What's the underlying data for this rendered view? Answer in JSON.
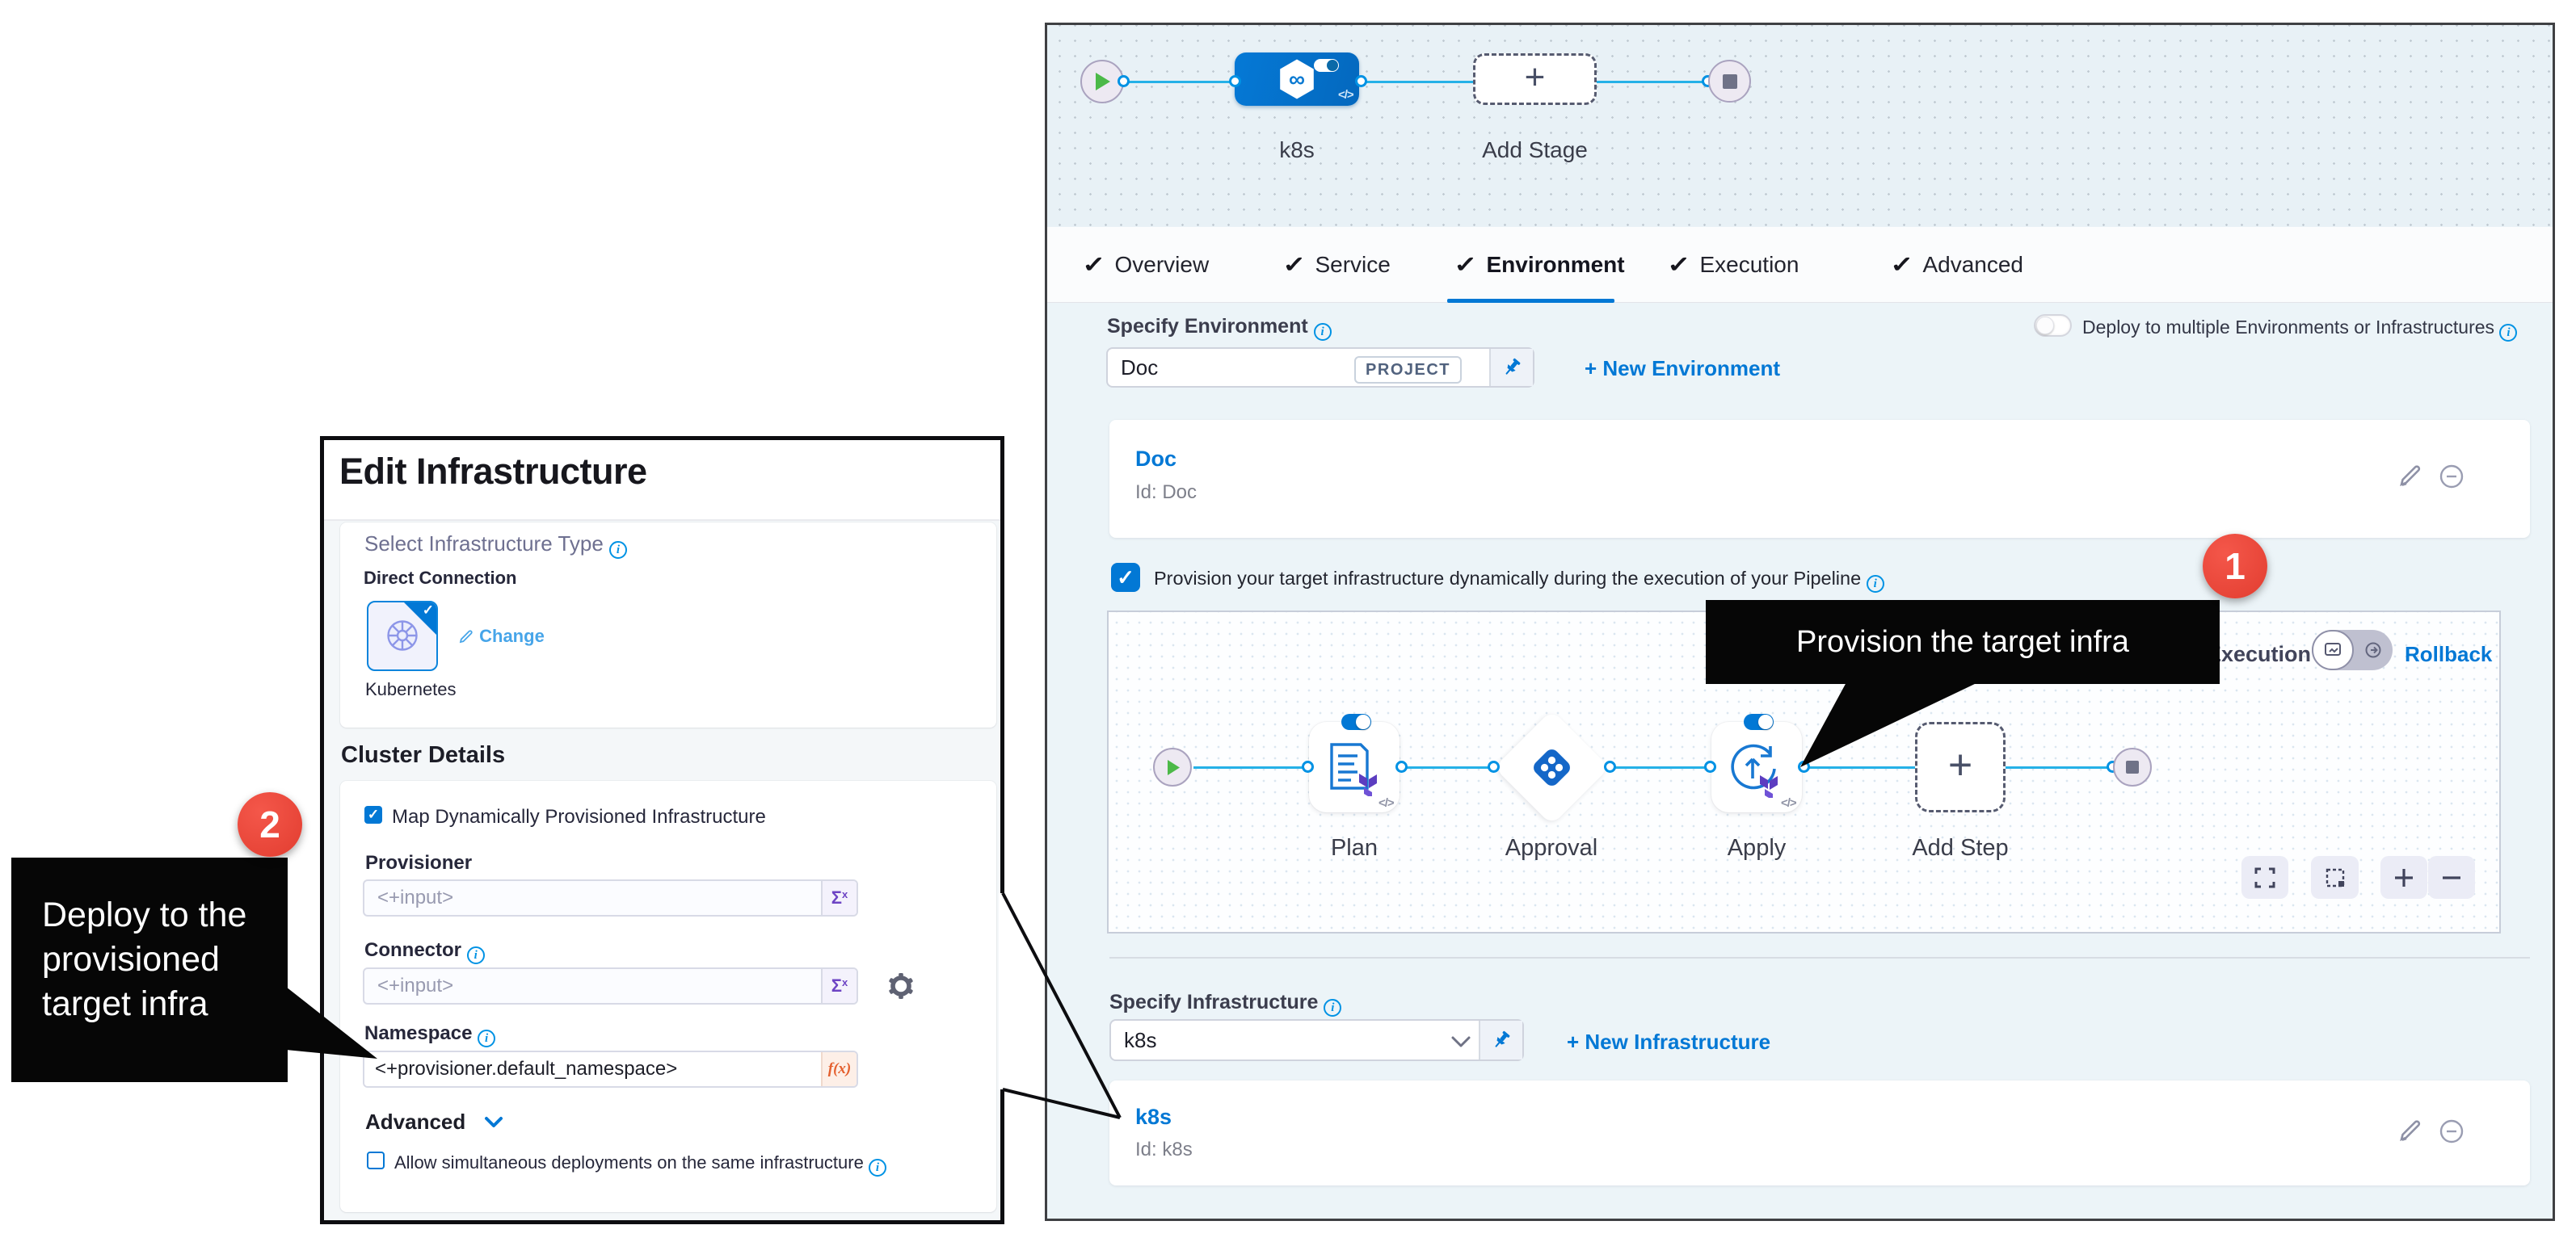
{
  "dialog": {
    "title": "Edit Infrastructure",
    "infra_type": {
      "label": "Select Infrastructure Type",
      "group_label": "Direct Connection",
      "tile_label": "Kubernetes",
      "change_label": "Change"
    },
    "cluster_details": {
      "heading": "Cluster Details",
      "map_checkbox_label": "Map Dynamically Provisioned Infrastructure",
      "provisioner_label": "Provisioner",
      "provisioner_placeholder": "<+input>",
      "connector_label": "Connector",
      "connector_placeholder": "<+input>",
      "namespace_label": "Namespace",
      "namespace_value": "<+provisioner.default_namespace>",
      "expression_button": "Σ",
      "fx_button": "f(x)",
      "advanced_label": "Advanced",
      "allow_checkbox_label": "Allow simultaneous deployments on the same infrastructure"
    }
  },
  "annotations": {
    "badge_1": "1",
    "badge_2": "2",
    "callout_provision": "Provision the target infra",
    "callout_deploy_line1": "Deploy to the",
    "callout_deploy_line2": "provisioned",
    "callout_deploy_line3": "target infra"
  },
  "panel": {
    "stage_graph": {
      "stage_name": "k8s",
      "add_stage_label": "Add Stage"
    },
    "tabs": [
      {
        "label": "Overview"
      },
      {
        "label": "Service"
      },
      {
        "label": "Environment"
      },
      {
        "label": "Execution"
      },
      {
        "label": "Advanced"
      }
    ],
    "environment": {
      "specify_label": "Specify Environment",
      "value": "Doc",
      "scope_tag": "PROJECT",
      "new_link": "+ New Environment",
      "multi_toggle_label": "Deploy to multiple Environments or Infrastructures",
      "card_title": "Doc",
      "card_id": "Id: Doc"
    },
    "provision_checkbox_label": "Provision your target infrastructure dynamically during the execution of your Pipeline",
    "execution": {
      "header_label": "Execution",
      "rollback_label": "Rollback",
      "steps": [
        "Plan",
        "Approval",
        "Apply"
      ],
      "add_step_label": "Add Step"
    },
    "infrastructure": {
      "specify_label": "Specify Infrastructure",
      "value": "k8s",
      "new_link": "+ New Infrastructure",
      "card_title": "k8s",
      "card_id": "Id: k8s"
    }
  },
  "colors": {
    "primary_blue": "#0278d5",
    "edge_cyan": "#25b1e7",
    "stage_node_blue": "#0476cf",
    "badge_red": "#e8453c",
    "callout_black": "#060606",
    "content_bg": "#ecf4f8",
    "canvas_bg": "#e8f1f6"
  }
}
